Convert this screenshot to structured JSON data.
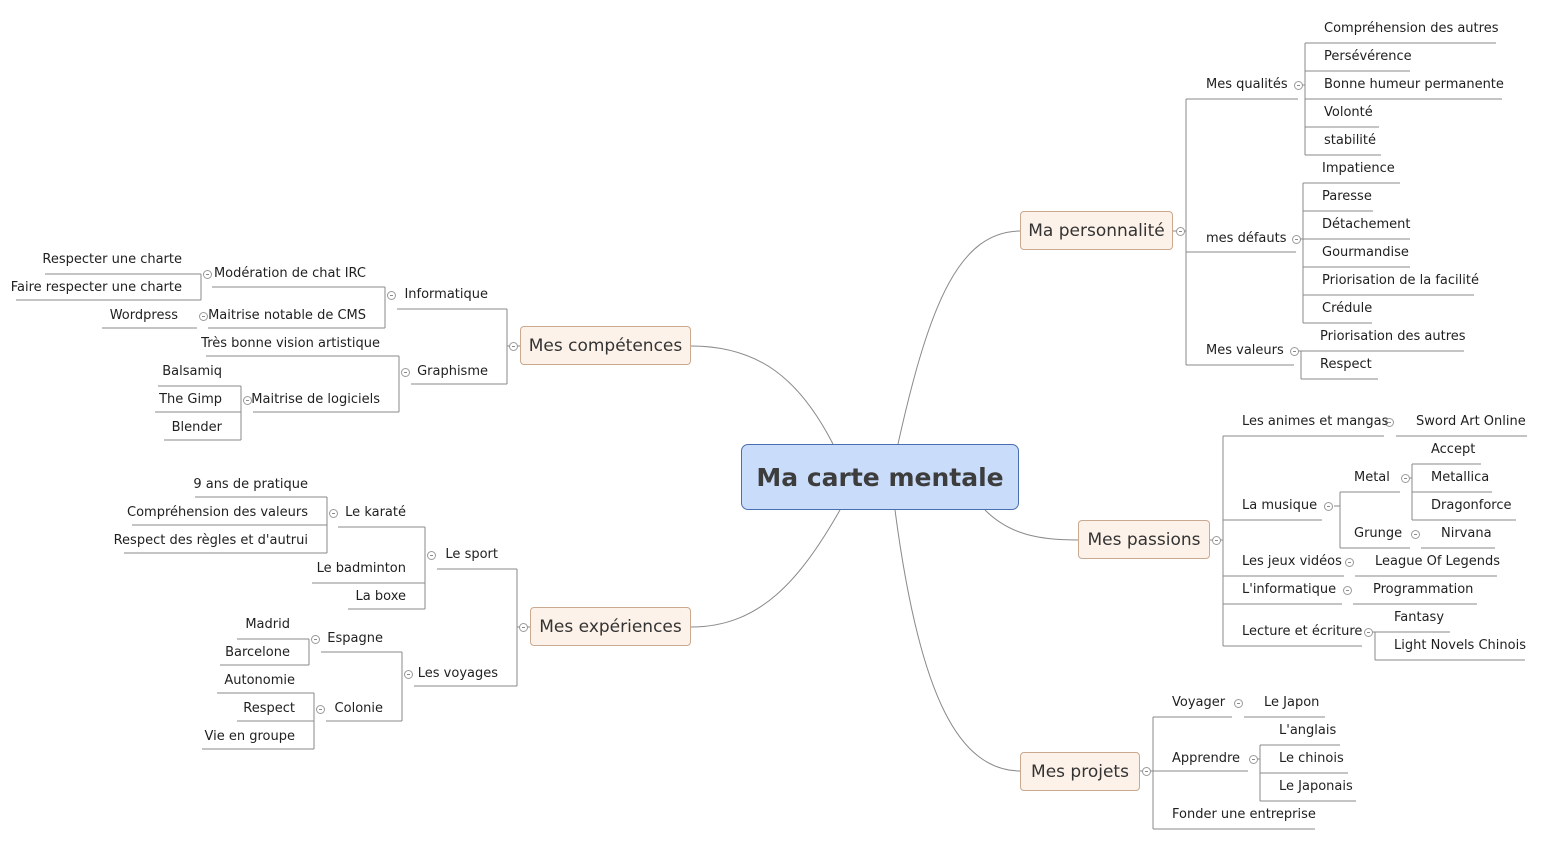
{
  "center": "Ma carte mentale",
  "main": {
    "personnalite": "Ma personnalité",
    "passions": "Mes passions",
    "projets": "Mes projets",
    "competences": "Mes compétences",
    "experiences": "Mes expériences"
  },
  "personnalite": {
    "qualites": "Mes qualités",
    "qualites_items": [
      "Compréhension des autres",
      "Persévérence",
      "Bonne humeur permanente",
      "Volonté",
      "stabilité"
    ],
    "defauts": "mes défauts",
    "defauts_items": [
      "Impatience",
      "Paresse",
      "Détachement",
      "Gourmandise",
      "Priorisation de la facilité",
      "Crédule"
    ],
    "valeurs": "Mes valeurs",
    "valeurs_items": [
      "Priorisation des autres",
      "Respect"
    ]
  },
  "passions": {
    "animes": "Les animes et mangas",
    "animes_item": "Sword Art Online",
    "musique": "La musique",
    "metal": "Metal",
    "metal_items": [
      "Accept",
      "Metallica",
      "Dragonforce"
    ],
    "grunge": "Grunge",
    "grunge_item": "Nirvana",
    "jeux": "Les jeux vidéos",
    "jeux_item": "League Of Legends",
    "info": "L'informatique",
    "info_item": "Programmation",
    "lecture": "Lecture et écriture",
    "lecture_items": [
      "Fantasy",
      "Light Novels Chinois"
    ]
  },
  "projets": {
    "voyager": "Voyager",
    "voyager_item": "Le Japon",
    "apprendre": "Apprendre",
    "apprendre_items": [
      "L'anglais",
      "Le chinois",
      "Le Japonais"
    ],
    "fonder": "Fonder une entreprise"
  },
  "competences": {
    "informatique": "Informatique",
    "moderation": "Modération de chat IRC",
    "moderation_items": [
      "Respecter une charte",
      "Faire respecter une charte"
    ],
    "cms": "Maitrise notable de CMS",
    "cms_item": "Wordpress",
    "graphisme": "Graphisme",
    "vision": "Très bonne vision artistique",
    "logiciels": "Maitrise de logiciels",
    "logiciels_items": [
      "Balsamiq",
      "The Gimp",
      "Blender"
    ]
  },
  "experiences": {
    "sport": "Le sport",
    "karate": "Le karaté",
    "karate_items": [
      "9 ans de pratique",
      "Compréhension des valeurs",
      "Respect des règles et d'autrui"
    ],
    "badminton": "Le badminton",
    "boxe": "La boxe",
    "voyages": "Les voyages",
    "espagne": "Espagne",
    "espagne_items": [
      "Madrid",
      "Barcelone"
    ],
    "colonie": "Colonie",
    "colonie_items": [
      "Autonomie",
      "Respect",
      "Vie en groupe"
    ]
  },
  "colors": {
    "line": "#8a8a8a",
    "center_fill": "#c9dcfa",
    "center_border": "#4a6fb0",
    "topic_fill": "#fdf2e9",
    "topic_border": "#c9a98f"
  }
}
